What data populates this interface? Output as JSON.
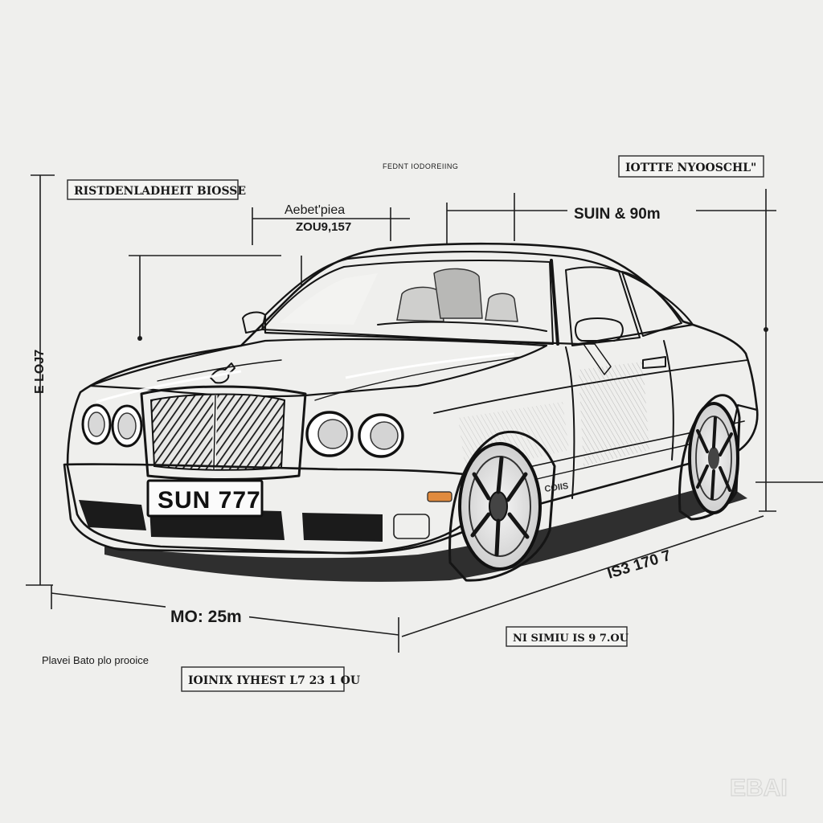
{
  "annotations": {
    "top_center_caption": "FEDNT IODOREIING",
    "top_left_box": "RISTDENLADHEIT BIOSSE",
    "upper_callout_line1": "Aebet'piea",
    "upper_callout_line2": "ZOU9,157",
    "top_right_box": "IOTTTE NYOOSCHL\"",
    "top_right_dimension": "SUIN & 90m",
    "left_vertical_dimension": "E LOJ7",
    "front_base_dimension": "MO: 25m",
    "side_base_dimension": "IS3 170 7",
    "lower_right_box": "NI SIMIU IS 9 7.OU",
    "lower_left_note": "Plavei Bato plo prooice",
    "lower_box": "IOINIX IYHEST L7 23 1 OU"
  },
  "car": {
    "license_plate": "SUN 777",
    "side_badge": "COIIS"
  },
  "watermark": "EBAI"
}
